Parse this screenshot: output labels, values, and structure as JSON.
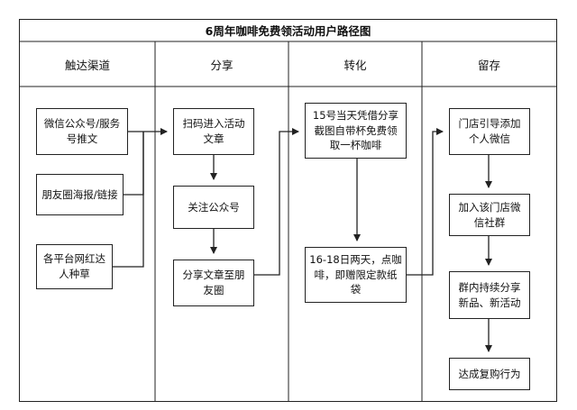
{
  "title": "6周年咖啡免费领活动用户路径图",
  "lanes": [
    {
      "label": "触达渠道"
    },
    {
      "label": "分享"
    },
    {
      "label": "转化"
    },
    {
      "label": "留存"
    }
  ],
  "nodes": {
    "wechat_push": "微信公众号/服务号推文",
    "moments_poster": "朋友圈海报/链接",
    "influencer_seeding": "各平台网红达人种草",
    "scan_article": "扫码进入活动文章",
    "follow_account": "关注公众号",
    "share_article": "分享文章至朋友圈",
    "free_coffee_15": "15号当天凭借分享截图自带杯免费领取一杯咖啡",
    "gift_16_18": "16-18日两天，点咖啡，即赠限定款纸袋",
    "store_add_wechat": "门店引导添加个人微信",
    "join_group": "加入该门店微信社群",
    "group_share": "群内持续分享新品、新活动",
    "repurchase": "达成复购行为"
  }
}
